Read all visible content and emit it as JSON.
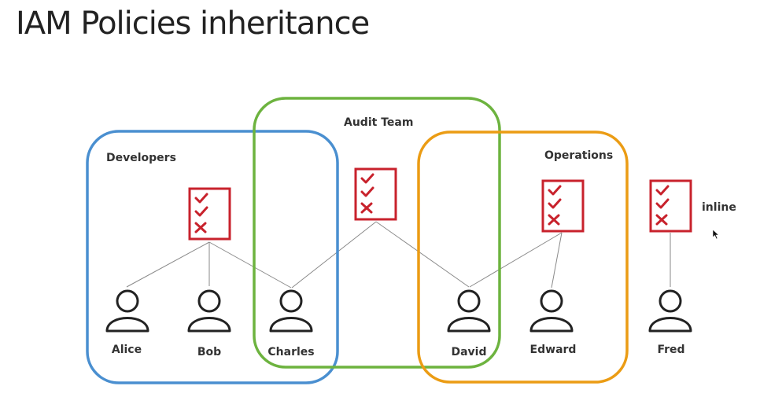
{
  "title": "IAM Policies inheritance",
  "groups": [
    {
      "id": "developers",
      "label": "Developers",
      "color": "#4a8fd0"
    },
    {
      "id": "audit",
      "label": "Audit Team",
      "color": "#6db33f"
    },
    {
      "id": "operations",
      "label": "Operations",
      "color": "#eb9c14"
    }
  ],
  "users": [
    {
      "id": "alice",
      "name": "Alice"
    },
    {
      "id": "bob",
      "name": "Bob"
    },
    {
      "id": "charles",
      "name": "Charles"
    },
    {
      "id": "david",
      "name": "David"
    },
    {
      "id": "edward",
      "name": "Edward"
    },
    {
      "id": "fred",
      "name": "Fred"
    }
  ],
  "policies": [
    {
      "id": "developers",
      "attached_to": "Developers"
    },
    {
      "id": "audit",
      "attached_to": "Audit Team"
    },
    {
      "id": "operations",
      "attached_to": "Operations"
    },
    {
      "id": "inline",
      "attached_to": "Fred"
    }
  ],
  "inline_label": "inline",
  "policy_color": "#c8222c",
  "connector_color": "#8a8a8a"
}
